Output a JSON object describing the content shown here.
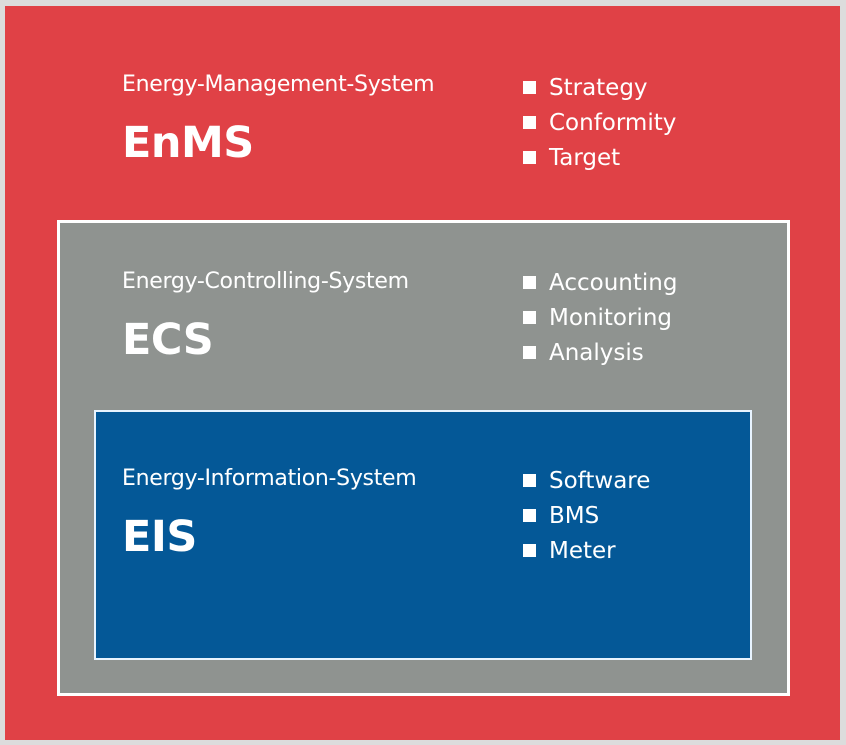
{
  "diagram": {
    "layers": [
      {
        "id": "enms",
        "subtitle": "Energy-Management-System",
        "abbreviation": "EnMS",
        "color": "#e04146",
        "items": [
          "Strategy",
          "Conformity",
          "Target"
        ]
      },
      {
        "id": "ecs",
        "subtitle": "Energy-Controlling-System",
        "abbreviation": "ECS",
        "color": "#8f9390",
        "items": [
          "Accounting",
          "Monitoring",
          "Analysis"
        ]
      },
      {
        "id": "eis",
        "subtitle": "Energy-Information-System",
        "abbreviation": "EIS",
        "color": "#045897",
        "items": [
          "Software",
          "BMS",
          "Meter"
        ]
      }
    ]
  }
}
